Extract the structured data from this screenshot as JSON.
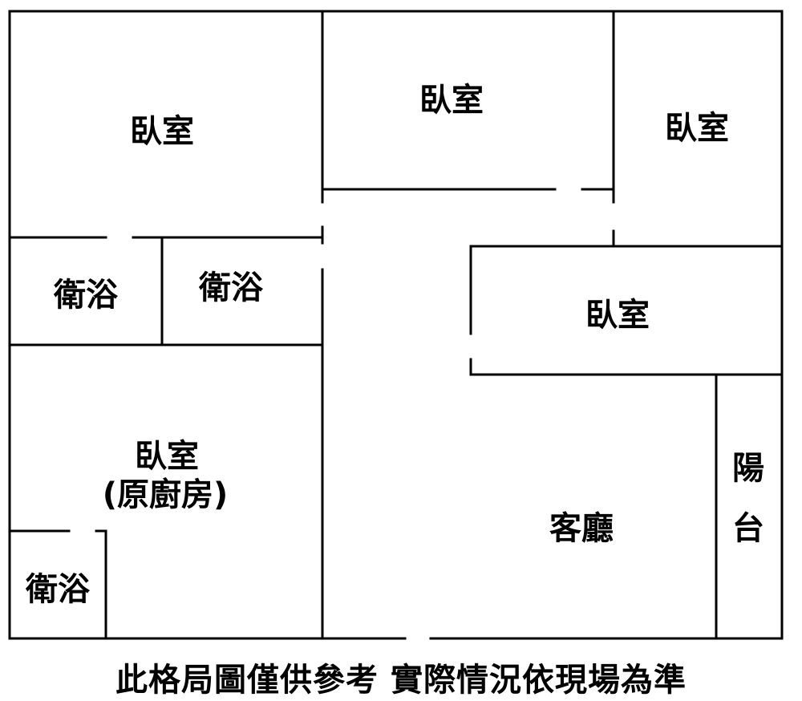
{
  "rooms": {
    "bedroom_top_left": "臥室",
    "bedroom_top_center": "臥室",
    "bedroom_top_right": "臥室",
    "bedroom_middle_right": "臥室",
    "bathroom_left": "衛浴",
    "bathroom_center": "衛浴",
    "bedroom_former_kitchen_line1": "臥室",
    "bedroom_former_kitchen_line2": "(原廚房)",
    "bathroom_bottom_left": "衛浴",
    "living_room": "客廳",
    "balcony_line1": "陽",
    "balcony_line2": "台"
  },
  "caption": "此格局圖僅供參考 實際情況依現場為準"
}
